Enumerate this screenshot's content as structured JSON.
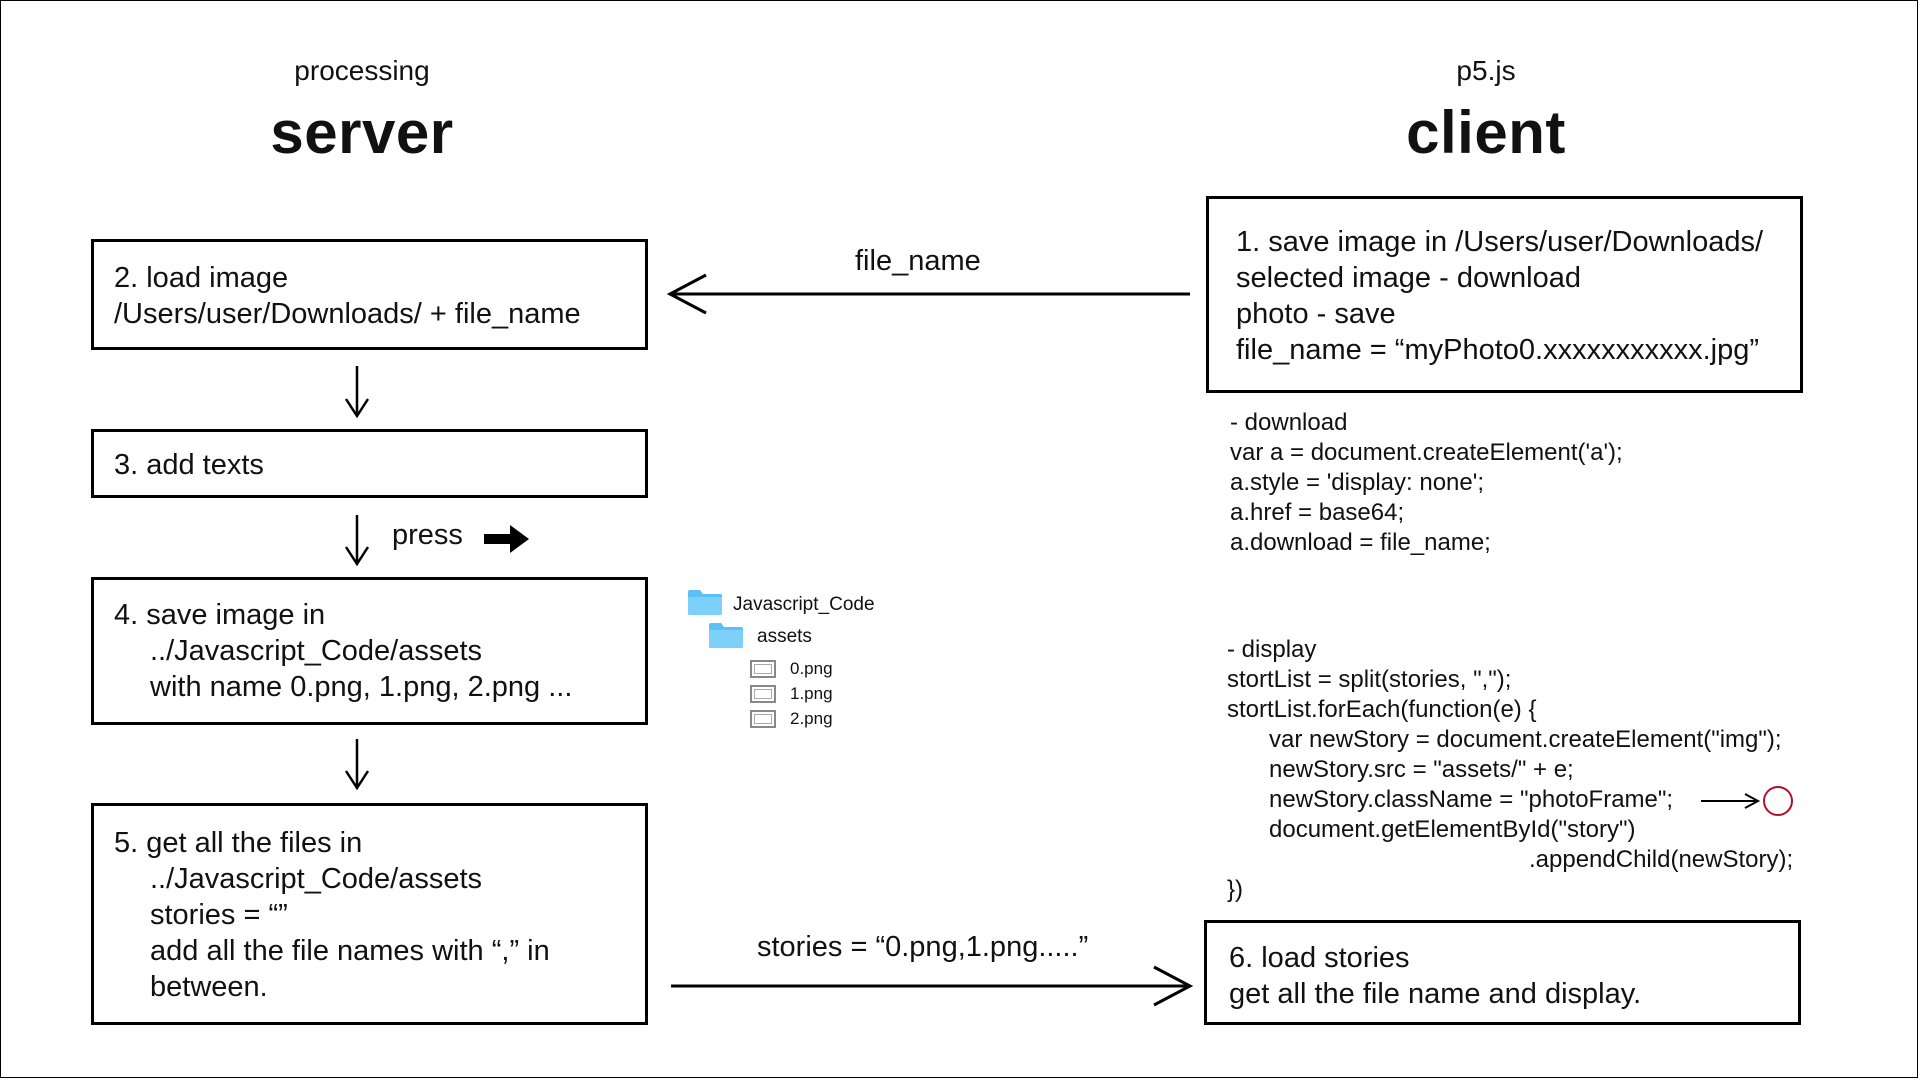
{
  "server": {
    "subtitle": "processing",
    "title": "server",
    "step2": [
      "2. load image",
      "/Users/user/Downloads/ + file_name"
    ],
    "step3": "3. add texts",
    "press_label": "press",
    "step4": [
      "4. save image in",
      "../Javascript_Code/assets",
      "with name 0.png, 1.png, 2.png ..."
    ],
    "step5": [
      "5. get all the files in",
      "../Javascript_Code/assets",
      "stories = “”",
      "add all the file names with “,” in",
      "between."
    ]
  },
  "client": {
    "subtitle": "p5.js",
    "title": "client",
    "step1": [
      "1. save image in /Users/user/Downloads/",
      "selected image - download",
      "photo - save",
      "file_name = “myPhoto0.xxxxxxxxxxx.jpg”"
    ],
    "download_code": [
      "- download",
      "var a = document.createElement('a');",
      "a.style = 'display: none';",
      "a.href = base64;",
      "a.download = file_name;"
    ],
    "display_code": [
      "- display",
      "stortList = split(stories, \",\");",
      "stortList.forEach(function(e) {",
      "var newStory = document.createElement(\"img\");",
      "newStory.src = \"assets/\" + e;",
      "newStory.className = \"photoFrame\";",
      "document.getElementById(\"story\")",
      ".appendChild(newStory);",
      "})"
    ],
    "step6": [
      "6. load stories",
      "get all the file name and display."
    ]
  },
  "connectors": {
    "file_name_label": "file_name",
    "stories_label": "stories = “0.png,1.png.....”"
  },
  "file_tree": {
    "root": "Javascript_Code",
    "folder": "assets",
    "files": [
      "0.png",
      "1.png",
      "2.png"
    ]
  },
  "colors": {
    "folder": "#5bc0f5",
    "marker_circle": "#b0102a"
  },
  "icons": {
    "folder": "folder-icon",
    "file": "file-icon",
    "press_arrow": "right-arrow-icon"
  }
}
